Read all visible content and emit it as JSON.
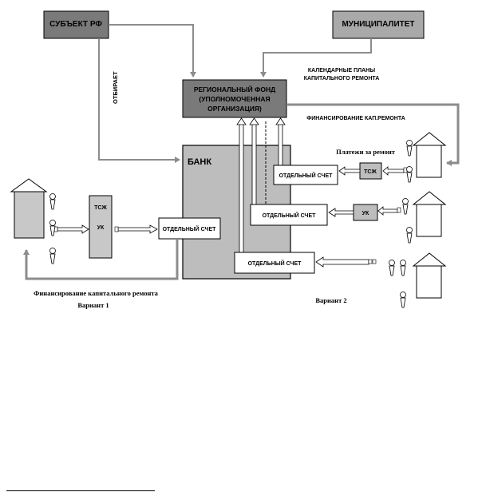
{
  "nodes": {
    "subject_rf": "СУБЪЕКТ РФ",
    "municipality": "МУНИЦИПАЛИТЕТ",
    "regional_fund": [
      "РЕГИОНАЛЬНЫЙ ФОНД",
      "(УПОЛНОМОЧЕННАЯ",
      "ОРГАНИЗАЦИЯ)"
    ],
    "bank": "БАНК",
    "separate_account": "ОТДЕЛЬНЫЙ СЧЕТ",
    "tszh": "ТСЖ",
    "uk": "УК"
  },
  "labels": {
    "selects": "ОТБИРАЕТ",
    "calendar_plans": [
      "КАЛЕНДАРНЫЕ ПЛАНЫ",
      "КАПИТАЛЬНОГО РЕМОНТА"
    ],
    "financing_short": "ФИНАНСИРОВАНИЕ КАП.РЕМОНТА",
    "repair_payments": "Платежи за ремонт",
    "financing_full": "Финансирование капитального ремонта",
    "variant1": "Вариант 1",
    "variant2": "Вариант 2"
  },
  "colors": {
    "dark_box": "#7a7a7a",
    "light_box": "#a9a9a9",
    "bank": "#bdbdbd",
    "block": "#c8c8c8",
    "arrow": "#8c8c8c",
    "line": "#000000"
  }
}
